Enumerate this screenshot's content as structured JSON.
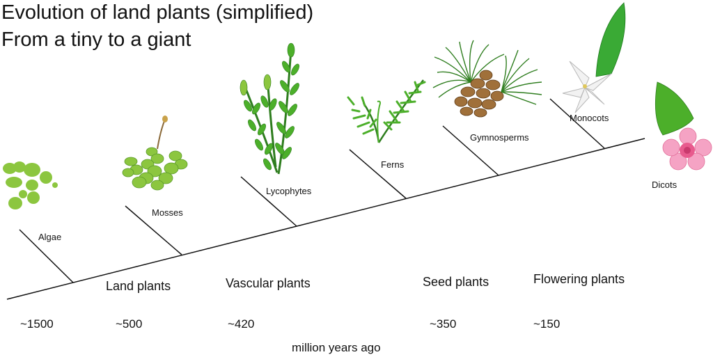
{
  "title": "Evolution of land plants (simplified)",
  "subtitle": "From a tiny to a giant",
  "taxa": [
    {
      "label": "Algae",
      "icon": "algae-icon"
    },
    {
      "label": "Mosses",
      "icon": "moss-icon"
    },
    {
      "label": "Lycophytes",
      "icon": "lycophyte-icon"
    },
    {
      "label": "Ferns",
      "icon": "fern-icon"
    },
    {
      "label": "Gymnosperms",
      "icon": "pine-cone-icon"
    },
    {
      "label": "Monocots",
      "icon": "lily-icon"
    },
    {
      "label": "Dicots",
      "icon": "pink-flower-icon"
    }
  ],
  "groups": [
    "Land plants",
    "Vascular plants",
    "Seed plants",
    "Flowering plants"
  ],
  "ages": [
    "~1500",
    "~500",
    "~420",
    "~350",
    "~150"
  ],
  "unit": "million years ago",
  "colors": {
    "line": "#111111",
    "leaf_green": "#4caf2a",
    "leaf_dark": "#2e7d1e",
    "algae": "#8cc63f",
    "cone_brown": "#8b5a2b",
    "pink": "#e85b8e"
  }
}
